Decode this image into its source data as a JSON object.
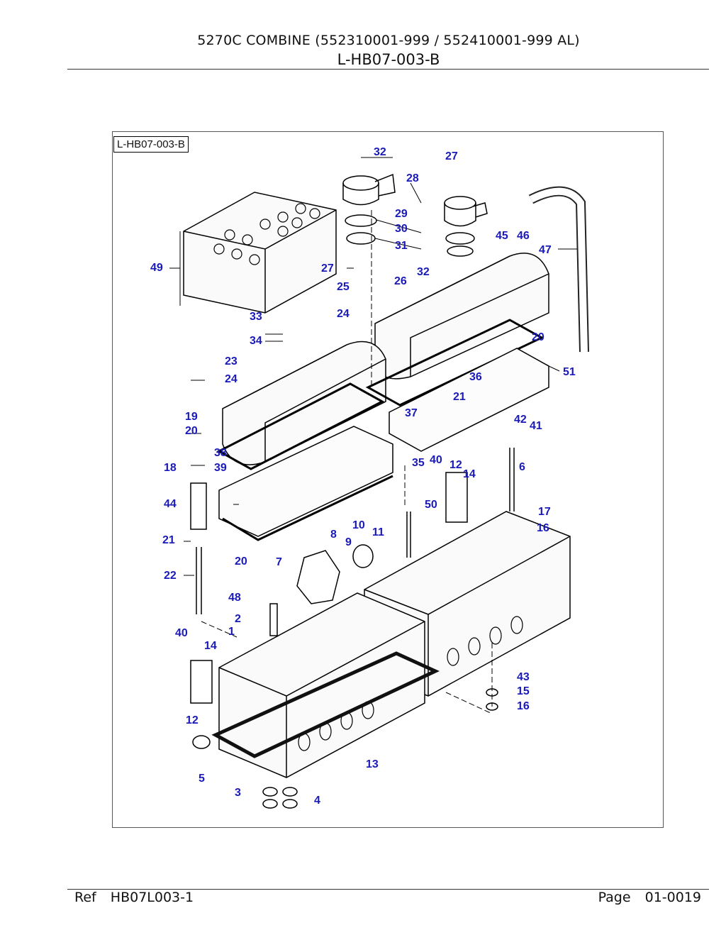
{
  "header": {
    "title": "5270C COMBINE (552310001-999 / 552410001-999 AL)",
    "code": "L-HB07-003-B"
  },
  "figure": {
    "tag": "L-HB07-003-B",
    "callouts": [
      {
        "text": "32"
      },
      {
        "text": "27"
      },
      {
        "text": "28"
      },
      {
        "text": "29"
      },
      {
        "text": "30"
      },
      {
        "text": "31"
      },
      {
        "text": "45"
      },
      {
        "text": "46"
      },
      {
        "text": "47"
      },
      {
        "text": "49"
      },
      {
        "text": "27"
      },
      {
        "text": "32"
      },
      {
        "text": "25"
      },
      {
        "text": "26"
      },
      {
        "text": "24"
      },
      {
        "text": "33"
      },
      {
        "text": "34"
      },
      {
        "text": "20"
      },
      {
        "text": "23"
      },
      {
        "text": "24"
      },
      {
        "text": "51"
      },
      {
        "text": "36"
      },
      {
        "text": "21"
      },
      {
        "text": "19"
      },
      {
        "text": "37"
      },
      {
        "text": "42"
      },
      {
        "text": "41"
      },
      {
        "text": "20"
      },
      {
        "text": "38"
      },
      {
        "text": "18"
      },
      {
        "text": "39"
      },
      {
        "text": "35"
      },
      {
        "text": "40"
      },
      {
        "text": "12"
      },
      {
        "text": "14"
      },
      {
        "text": "6"
      },
      {
        "text": "44"
      },
      {
        "text": "50"
      },
      {
        "text": "17"
      },
      {
        "text": "16"
      },
      {
        "text": "10"
      },
      {
        "text": "8"
      },
      {
        "text": "11"
      },
      {
        "text": "21"
      },
      {
        "text": "9"
      },
      {
        "text": "20"
      },
      {
        "text": "7"
      },
      {
        "text": "22"
      },
      {
        "text": "48"
      },
      {
        "text": "2"
      },
      {
        "text": "40"
      },
      {
        "text": "1"
      },
      {
        "text": "14"
      },
      {
        "text": "43"
      },
      {
        "text": "15"
      },
      {
        "text": "16"
      },
      {
        "text": "12"
      },
      {
        "text": "13"
      },
      {
        "text": "5"
      },
      {
        "text": "3"
      },
      {
        "text": "4"
      }
    ]
  },
  "footer": {
    "ref_label": "Ref",
    "ref_value": "HB07L003-1",
    "page_label": "Page",
    "page_value": "01-0019"
  }
}
